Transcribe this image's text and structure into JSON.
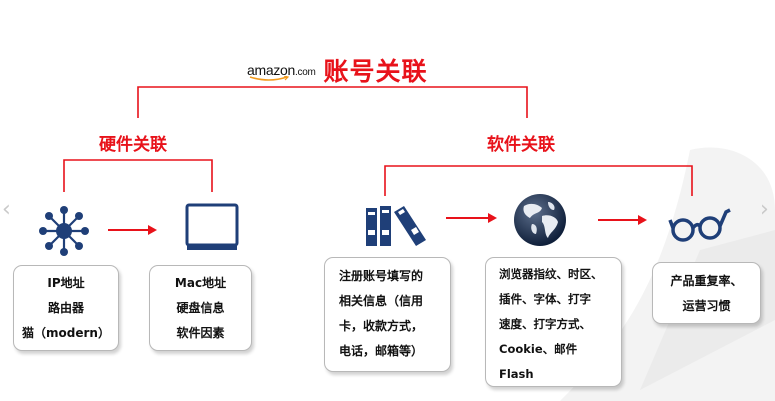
{
  "brand": {
    "name": "amazon",
    "suffix": ".com"
  },
  "title": "账号关联",
  "hardware": {
    "label": "硬件关联",
    "box1": [
      "IP地址",
      "路由器",
      "猫（modern）"
    ],
    "box2": [
      "Mac地址",
      "硬盘信息",
      "软件因素"
    ]
  },
  "software": {
    "label": "软件关联",
    "box1": [
      "注册账号填写的",
      "相关信息（信用",
      "卡，收款方式，",
      "电话，邮箱等）"
    ],
    "box2": [
      "浏览器指纹、时区、",
      "插件、字体、打字",
      "速度、打字方式、",
      "Cookie、邮件",
      "Flash"
    ],
    "box3": [
      "产品重复率、",
      "运营习惯"
    ]
  },
  "icons": {
    "network": "network-hub-icon",
    "monitor": "monitor-icon",
    "binders": "binders-icon",
    "globe": "globe-icon",
    "glasses": "glasses-icon"
  },
  "colors": {
    "accent": "#e8121a",
    "icon_blue": "#1f3f78"
  }
}
